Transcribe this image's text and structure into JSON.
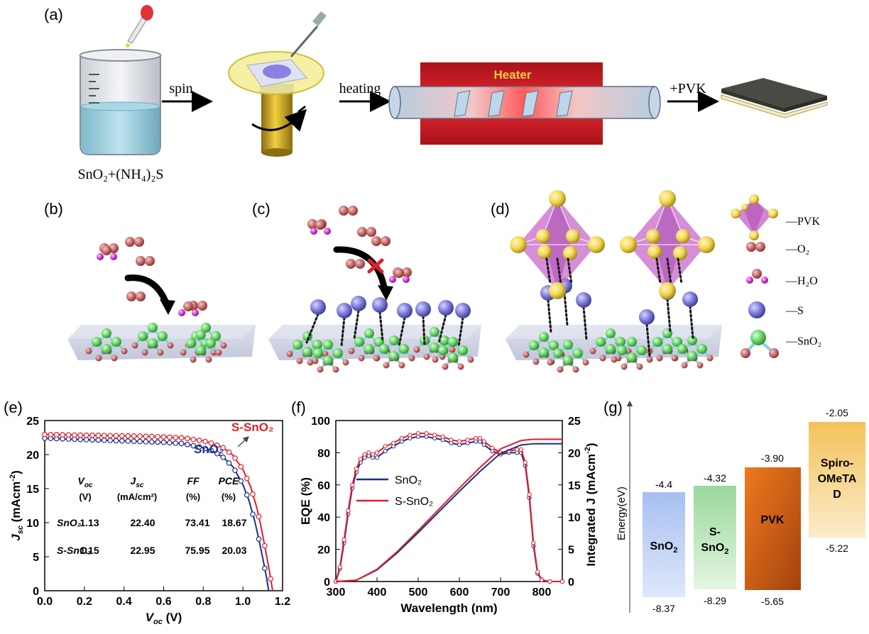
{
  "panel_a": {
    "label": "(a)",
    "beaker_formula": "SnO₂+(NH₄)₂S",
    "step_spin": "spin",
    "step_heating": "heating",
    "heater_label": "Heater",
    "step_pvk": "+PVK"
  },
  "panel_b": {
    "label": "(b)"
  },
  "panel_c": {
    "label": "(c)"
  },
  "panel_d": {
    "label": "(d)"
  },
  "legend": {
    "pvk": "PVK",
    "o2": "O₂",
    "h2o": "H₂O",
    "s": "S",
    "sno2": "SnO₂"
  },
  "colors": {
    "sno2_blue": "#1f2e8c",
    "s_sno2_red": "#e0202a",
    "sphere_green": "#6ed86e",
    "sphere_red": "#c86a6a",
    "sphere_purple": "#7a78d8",
    "octa_pink": "#c768c9",
    "corner_yellow": "#f2d64e"
  },
  "chart_e": {
    "label": "(e)",
    "series_labels": {
      "s": "S-SnO₂",
      "sn": "SnO₂"
    },
    "table": {
      "headers": [
        "V",
        "J",
        "FF",
        "PCE"
      ],
      "header_subs": [
        "oc",
        "sc",
        "",
        ""
      ],
      "units": [
        "(V)",
        "(mA/cm²)",
        "(%)",
        "(%)"
      ],
      "rows": [
        [
          "SnO₂",
          "1.13",
          "22.40",
          "73.41",
          "18.67"
        ],
        [
          "S-SnO₂",
          "1.15",
          "22.95",
          "75.95",
          "20.03"
        ]
      ]
    }
  },
  "chart_f": {
    "label": "(f)",
    "legend": [
      "SnO₂",
      "S-SnO₂"
    ]
  },
  "panel_g": {
    "label": "(g)",
    "axis_label": "Energy(eV)",
    "bands": [
      {
        "name": "SnO₂",
        "top": "-4.4",
        "bottom": "-8.37"
      },
      {
        "name": "S-SnO₂",
        "top": "-4.32",
        "bottom": "-8.29"
      },
      {
        "name": "PVK",
        "top": "-3.90",
        "bottom": "-5.65"
      },
      {
        "name": "Spiro-OMeTAD",
        "top": "-2.05",
        "bottom": "-5.22"
      }
    ]
  },
  "chart_data": [
    {
      "type": "line",
      "xlabel": "Voc (V)",
      "ylabel": "Jsc (mAcm⁻²)",
      "xlim": [
        0.0,
        1.2
      ],
      "ylim": [
        0,
        25
      ],
      "xticks": [
        "0.0",
        "0.2",
        "0.4",
        "0.6",
        "0.8",
        "1.0",
        "1.2"
      ],
      "yticks": [
        "0",
        "5",
        "10",
        "15",
        "20",
        "25"
      ],
      "series": [
        {
          "name": "SnO₂",
          "x": [
            0,
            0.1,
            0.2,
            0.3,
            0.4,
            0.5,
            0.6,
            0.7,
            0.8,
            0.85,
            0.9,
            0.95,
            1.0,
            1.03,
            1.06,
            1.08,
            1.1,
            1.12,
            1.13
          ],
          "y": [
            22.4,
            22.3,
            22.2,
            22.1,
            22.0,
            21.9,
            21.8,
            21.6,
            21.0,
            20.5,
            19.6,
            18.2,
            15.6,
            13.3,
            10.2,
            7.6,
            4.8,
            1.8,
            0
          ]
        },
        {
          "name": "S-SnO₂",
          "x": [
            0,
            0.1,
            0.2,
            0.3,
            0.4,
            0.5,
            0.6,
            0.7,
            0.8,
            0.85,
            0.9,
            0.95,
            1.0,
            1.04,
            1.07,
            1.09,
            1.11,
            1.13,
            1.15
          ],
          "y": [
            22.95,
            22.9,
            22.85,
            22.8,
            22.75,
            22.7,
            22.6,
            22.45,
            22.0,
            21.6,
            21.0,
            19.9,
            17.8,
            15.2,
            12.2,
            9.6,
            6.6,
            3.5,
            0
          ]
        }
      ]
    },
    {
      "type": "line",
      "xlabel": "Wavelength (nm)",
      "ylabel": "EQE (%)",
      "y2label": "Integrated J (mAcm⁻²)",
      "xlim": [
        300,
        850
      ],
      "ylim": [
        0,
        100
      ],
      "y2lim": [
        0,
        25
      ],
      "xticks": [
        "300",
        "400",
        "500",
        "600",
        "700",
        "800"
      ],
      "yticks": [
        "0",
        "20",
        "40",
        "60",
        "80",
        "100"
      ],
      "y2ticks": [
        "0",
        "5",
        "10",
        "15",
        "20",
        "25"
      ],
      "series": [
        {
          "name": "SnO₂",
          "axis": "left",
          "x": [
            300,
            310,
            320,
            330,
            340,
            350,
            360,
            370,
            380,
            390,
            400,
            420,
            440,
            460,
            480,
            500,
            520,
            540,
            560,
            580,
            600,
            620,
            640,
            650,
            660,
            680,
            700,
            720,
            740,
            750,
            760,
            770,
            780,
            790,
            800,
            820,
            850
          ],
          "y": [
            0,
            8,
            24,
            42,
            58,
            68,
            74,
            77,
            78,
            77,
            77,
            81,
            84,
            87,
            89,
            90,
            90,
            89,
            88,
            86,
            85,
            86,
            87,
            87,
            85,
            81,
            79,
            80,
            80,
            80,
            72,
            52,
            22,
            5,
            1,
            0,
            0
          ]
        },
        {
          "name": "S-SnO₂",
          "axis": "left",
          "x": [
            300,
            310,
            320,
            330,
            340,
            350,
            360,
            370,
            380,
            390,
            400,
            420,
            440,
            460,
            480,
            500,
            520,
            540,
            560,
            580,
            600,
            620,
            640,
            650,
            660,
            680,
            700,
            720,
            740,
            750,
            760,
            770,
            780,
            790,
            800,
            820,
            850
          ],
          "y": [
            0,
            9,
            26,
            44,
            60,
            70,
            76,
            79,
            80,
            79,
            80,
            84,
            86,
            89,
            91,
            92,
            92,
            91,
            90,
            88,
            87,
            88,
            89,
            89,
            87,
            83,
            80,
            81,
            82,
            82,
            74,
            54,
            24,
            6,
            1,
            0,
            0
          ]
        },
        {
          "name": "SnO₂ integrated",
          "axis": "right",
          "x": [
            300,
            350,
            400,
            450,
            500,
            550,
            600,
            650,
            700,
            750,
            780,
            800,
            850
          ],
          "y": [
            0,
            0.2,
            1.8,
            4.5,
            7.6,
            10.8,
            14.0,
            17.1,
            19.9,
            21.2,
            21.4,
            21.4,
            21.4
          ]
        },
        {
          "name": "S-SnO₂ integrated",
          "axis": "right",
          "x": [
            300,
            350,
            400,
            450,
            500,
            550,
            600,
            650,
            700,
            750,
            780,
            800,
            850
          ],
          "y": [
            0,
            0.2,
            1.9,
            4.7,
            7.9,
            11.2,
            14.5,
            17.7,
            20.6,
            21.9,
            22.1,
            22.1,
            22.1
          ]
        }
      ]
    }
  ]
}
